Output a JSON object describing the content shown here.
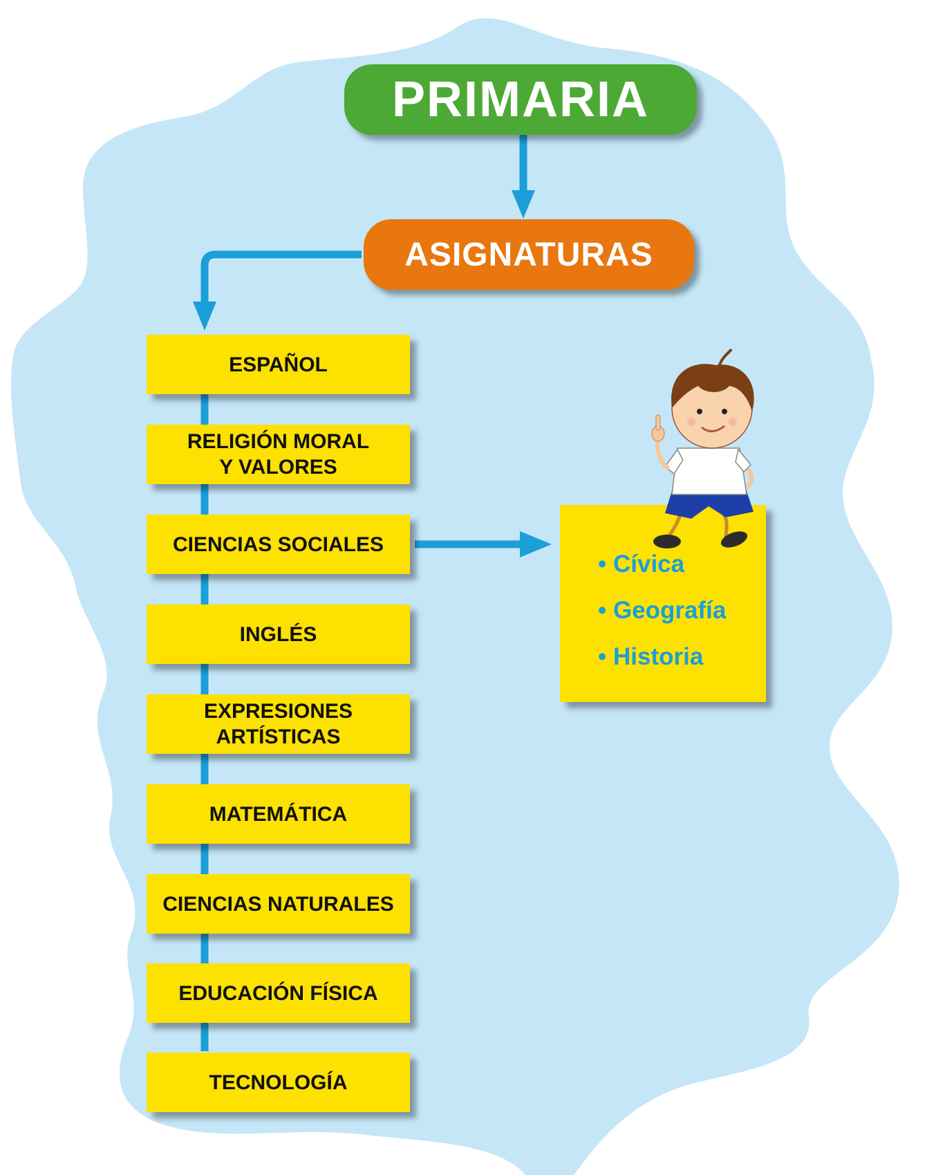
{
  "diagram": {
    "title": "PRIMARIA",
    "subtitle": "ASIGNATURAS",
    "subjects": [
      "ESPAÑOL",
      "RELIGIÓN MORAL\nY VALORES",
      "CIENCIAS SOCIALES",
      "INGLÉS",
      "EXPRESIONES\nARTÍSTICAS",
      "MATEMÁTICA",
      "CIENCIAS NATURALES",
      "EDUCACIÓN FÍSICA",
      "TECNOLOGÍA"
    ],
    "expanded_subject": "CIENCIAS SOCIALES",
    "details": [
      "• Cívica",
      "• Geografía",
      "• Historia"
    ]
  },
  "colors": {
    "background_blob": "#c5e6f7",
    "title_box": "#4ca935",
    "subtitle_box": "#e8770f",
    "subject_box": "#fde100",
    "connector": "#1a9fd8",
    "detail_text": "#1a9fd8"
  },
  "decor": {
    "character": "cartoon-boy-pointing-up"
  }
}
